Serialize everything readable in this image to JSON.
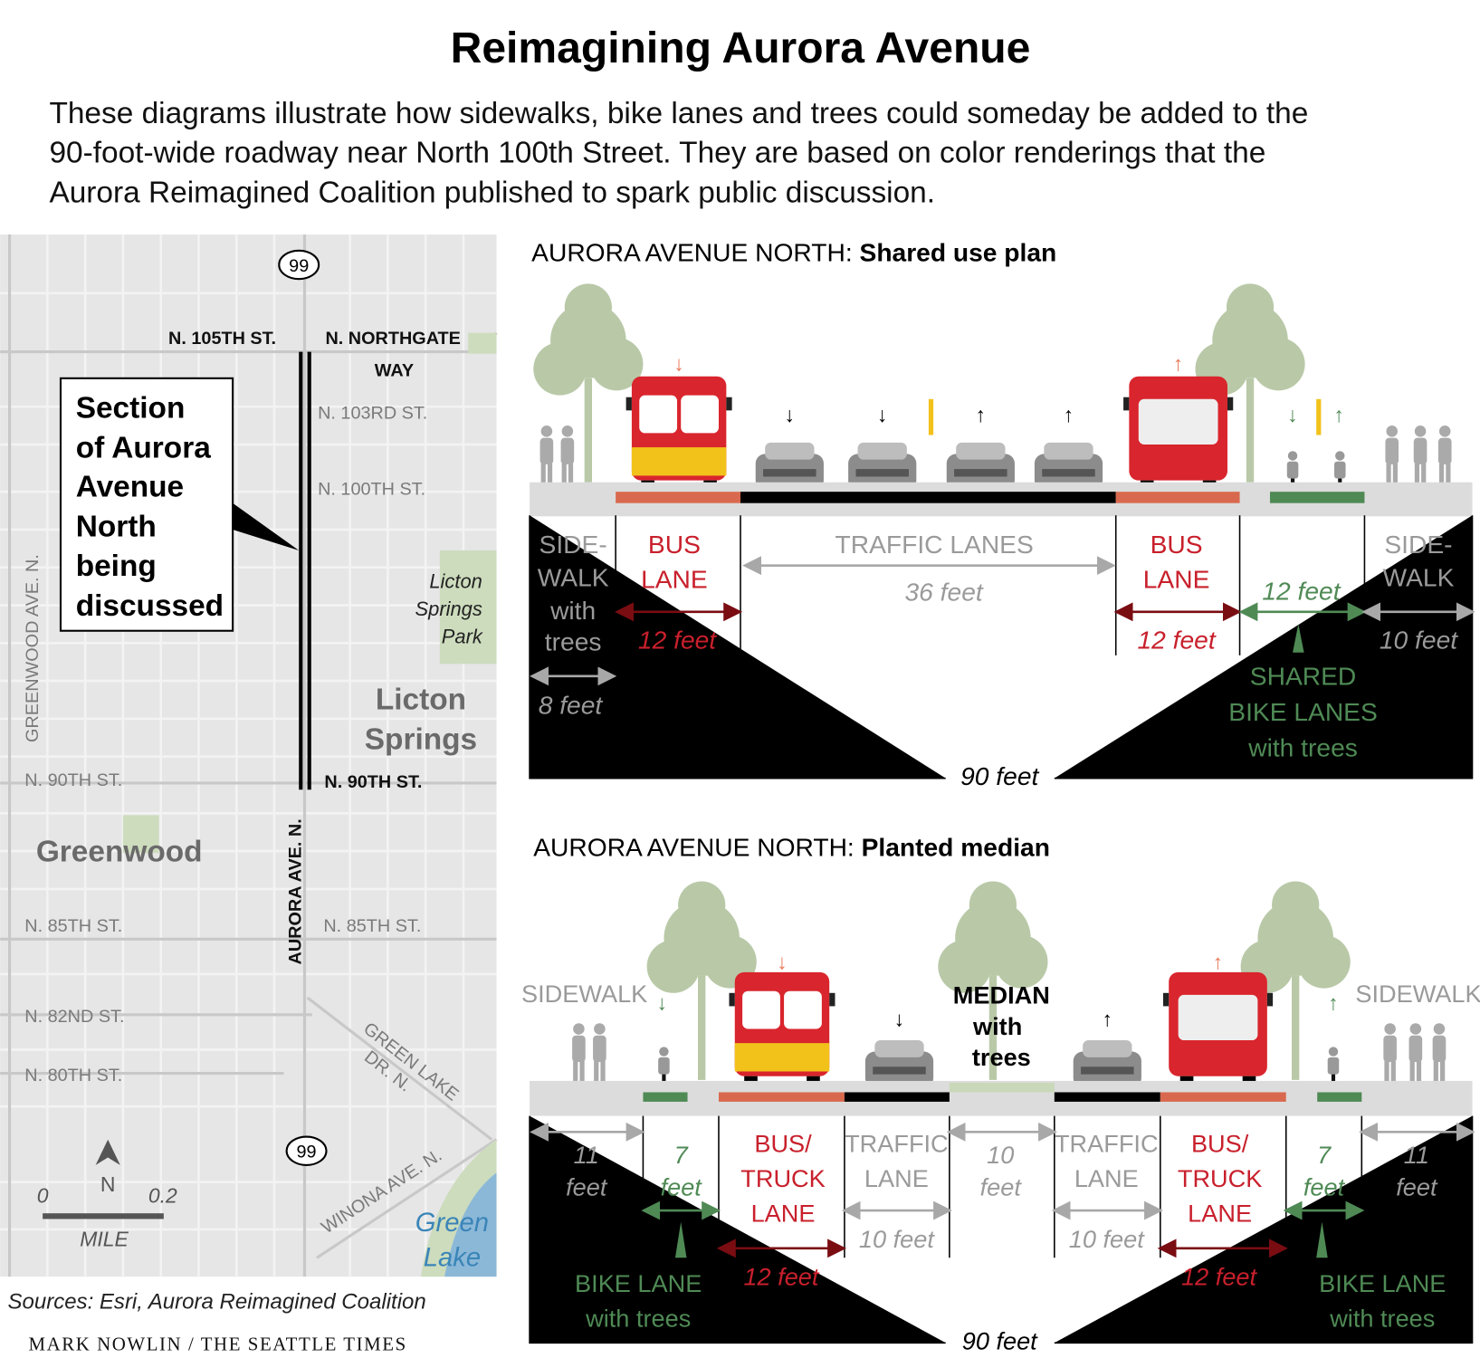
{
  "title": "Reimagining Aurora Avenue",
  "intro": [
    "These diagrams illustrate how sidewalks, bike lanes and trees could someday be added to the",
    "90-foot-wide roadway near North 100th Street. They are based on color renderings that the",
    "Aurora Reimagined Coalition published to spark public discussion."
  ],
  "map": {
    "route_shield": "99",
    "streets": {
      "n105": "N. 105TH ST.",
      "northgate_1": "N. NORTHGATE",
      "northgate_2": "WAY",
      "n103": "N. 103RD ST.",
      "n100": "N. 100TH ST.",
      "n90_left": "N. 90TH ST.",
      "n90_right": "N. 90TH ST.",
      "n85_left": "N. 85TH ST.",
      "n85_right": "N. 85TH ST.",
      "n82": "N. 82ND ST.",
      "n80": "N. 80TH ST.",
      "greenwood_ave": "GREENWOOD AVE. N.",
      "aurora_ave": "AURORA AVE. N.",
      "green_lake_dr_1": "GREEN LAKE",
      "green_lake_dr_2": "DR. N.",
      "winona": "WINONA AVE. N."
    },
    "callout": [
      "Section",
      "of Aurora",
      "Avenue",
      "North",
      "being",
      "discussed"
    ],
    "places": {
      "park": [
        "Licton",
        "Springs",
        "Park"
      ],
      "licton_springs": [
        "Licton",
        "Springs"
      ],
      "greenwood": "Greenwood",
      "green_lake": [
        "Green",
        "Lake"
      ]
    },
    "scale": {
      "zero": "0",
      "max": "0.2",
      "unit": "MILE",
      "north": "N"
    }
  },
  "sources": "Sources: Esri, Aurora Reimagined Coalition",
  "credit": "MARK NOWLIN / THE SEATTLE TIMES",
  "colors": {
    "bus_lane": "#d9694e",
    "traffic": "#000000",
    "bike": "#4f8a55",
    "tree": "#b9c9a8",
    "bus": "#d9252d"
  },
  "plan1": {
    "heading_prefix": "AURORA AVENUE NORTH: ",
    "heading_name": "Shared use plan",
    "sidewalk_left": {
      "label": [
        "SIDE-",
        "WALK",
        "with",
        "trees"
      ],
      "width": "8 feet"
    },
    "bus_left": {
      "label": [
        "BUS",
        "LANE"
      ],
      "width": "12 feet"
    },
    "traffic": {
      "label": "TRAFFIC LANES",
      "width": "36 feet"
    },
    "bus_right": {
      "label": [
        "BUS",
        "LANE"
      ],
      "width": "12 feet"
    },
    "bike": {
      "label": [
        "SHARED",
        "BIKE LANES",
        "with trees"
      ],
      "width": "12 feet"
    },
    "sidewalk_right": {
      "label": [
        "SIDE-",
        "WALK"
      ],
      "width": "10 feet"
    },
    "total": "90 feet"
  },
  "plan2": {
    "heading_prefix": "AURORA AVENUE NORTH: ",
    "heading_name": "Planted median",
    "sidewalk_left": {
      "label": "SIDEWALK",
      "width": [
        "11",
        "feet"
      ]
    },
    "bike_left": {
      "label": [
        "BIKE LANE",
        "with trees"
      ],
      "width": [
        "7",
        "feet"
      ]
    },
    "bus_left": {
      "label": [
        "BUS/",
        "TRUCK",
        "LANE"
      ],
      "width": "12 feet"
    },
    "traffic_left": {
      "label": [
        "TRAFFIC",
        "LANE"
      ],
      "width": "10 feet"
    },
    "median": {
      "label": [
        "MEDIAN",
        "with",
        "trees"
      ],
      "width": [
        "10",
        "feet"
      ]
    },
    "traffic_right": {
      "label": [
        "TRAFFIC",
        "LANE"
      ],
      "width": "10 feet"
    },
    "bus_right": {
      "label": [
        "BUS/",
        "TRUCK",
        "LANE"
      ],
      "width": "12 feet"
    },
    "bike_right": {
      "label": [
        "BIKE LANE",
        "with trees"
      ],
      "width": [
        "7",
        "feet"
      ]
    },
    "sidewalk_right": {
      "label": "SIDEWALK",
      "width": [
        "11",
        "feet"
      ]
    },
    "total": "90 feet"
  }
}
